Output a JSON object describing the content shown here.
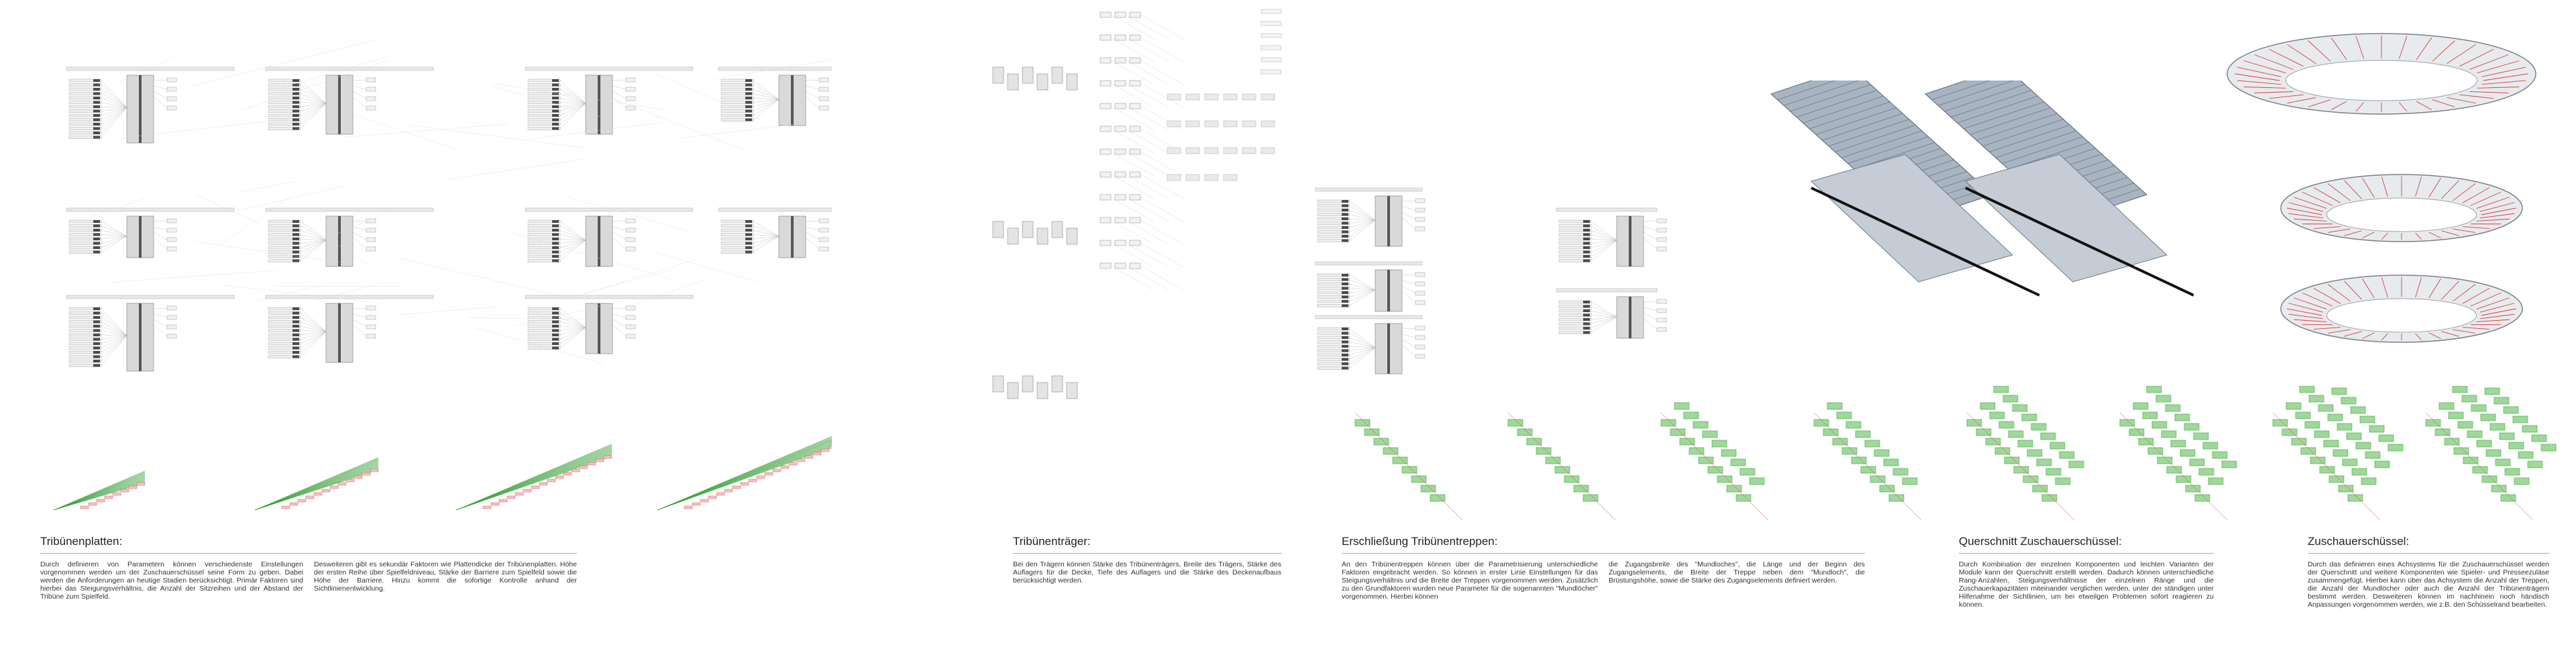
{
  "sections": {
    "platten": {
      "title": "Tribünenplatten:",
      "col1": "Durch definieren von Parametern können verschiedenste Einstellungen vorgenommen werden um der Zuschauerschüssel seine Form zu geben. Dabei werden die Anforderungen an heutige Stadien berücksichtigt. Primär Faktoren sind hierbei das Steigungsverhältnis, die Anzahl der Sitzreihen und der Abstand der Tribüne zum Spielfeld.",
      "col2": "Desweiteren gibt es sekundär Faktoren wie Plattendicke der Tribünenplatten. Höhe der ersten Reihe über Spielfeldniveau, Stärke der Barriere zum Spielfeld sowie die Höhe der Barriere. Hinzu kommt die sofortige Kontrolle anhand der Sichtlinienentwicklung."
    },
    "traeger": {
      "title": "Tribünenträger:",
      "col1": "Bei den Trägern können Stärke des Tribünenträgers, Breite des Trägers, Stärke des Auflagers für die Decke, Tiefe des Auflagers und die Stärke des Deckenaufbaus berücksichtigt werden."
    },
    "treppen": {
      "title": "Erschließung Tribünentreppen:",
      "col1": "An den Tribünentreppen können über die Parametrisierung unterschiedliche Faktoren eingebracht werden. So können in erster Linie Einstellungen für das Steigungsverhältnis und die Breite der Treppen vorgenommen werden. Zusätzlich zu den Grundfaktoren wurden neue Parameter für die sogenannten \"Mundlöcher\" vorgenommen. Hierbei können",
      "col2": "die Zugangsbreite des \"Mundloches\", die Länge und der Beginn des Zugangselements, die Breite der Treppe neben dem \"Mundloch\", die Brüstungshöhe, sowie die Stärke des Zugangselements definiert werden."
    },
    "querschnitt": {
      "title": "Querschnitt Zuschauerschüssel:",
      "col1": "Durch Kombination der einzelnen Komponenten und leichten Varianten der Module kann der Querschnitt erstellt werden. Dadurch können unterschiedliche Rang-Anzahlen, Steigungsverhältnisse der einzelnen Ränge und die Zuschauerkapazitäten miteinander verglichen werden, unter der ständigen unter Hilfenahme der Sichtlinien, um bei etweilgen Problemen sofort reagieren zu können."
    },
    "schuessel": {
      "title": "Zuschauerschüssel:",
      "col1": "Durch das definieren eines Achsystems für die Zuschauerschüssel werden der Querschnitt und weitere Komponenten wie Spieler- und Presseezuläse zusammengefügt. Hierbei kann über das Achsystem die Anzahl der Treppen, die Anzahl der Mundlöcher oder auch die Anzahl der Tribünenträgern bestimmt werden. Desweiteren können im nachhinein noch händisch Anpassungen vorgenommen werden, wie z.B. den Schüsselrand bearbeiten."
    }
  },
  "colors": {
    "diagram_line": "#b8b8b8",
    "node_dark": "#4a4a4a",
    "node_light": "#eeeeee",
    "green": "#3fa33f",
    "green_fill": "#9fd89a",
    "red": "#d04040",
    "steel": "#8a97a8"
  }
}
